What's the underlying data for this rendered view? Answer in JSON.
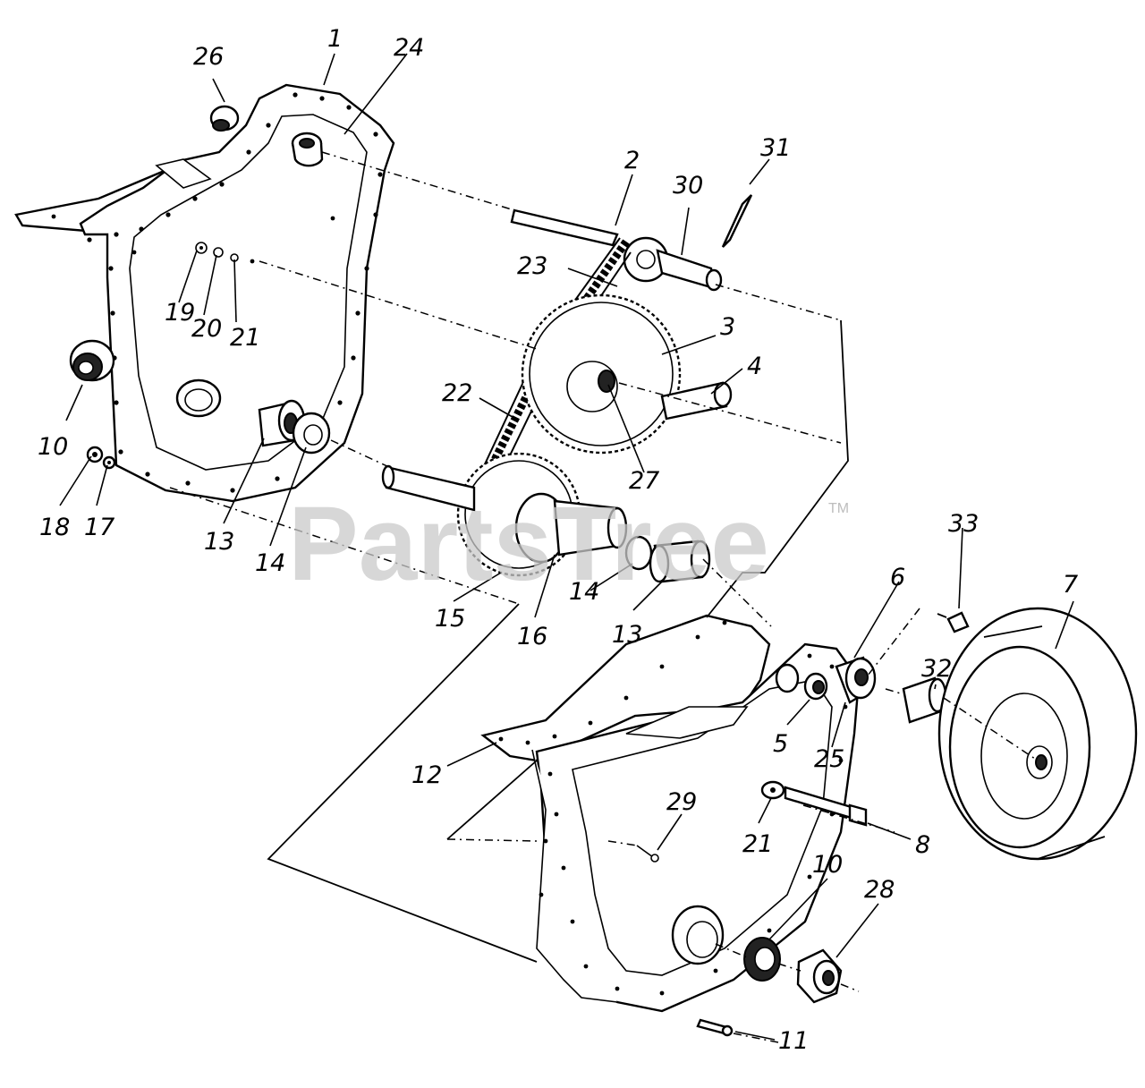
{
  "watermark": {
    "text": "PartsTree",
    "trademark": "TM"
  },
  "callouts": {
    "c1": "1",
    "c2": "2",
    "c3": "3",
    "c4": "4",
    "c5": "5",
    "c6": "6",
    "c7": "7",
    "c8": "8",
    "c10a": "10",
    "c10b": "10",
    "c11": "11",
    "c12": "12",
    "c13a": "13",
    "c13b": "13",
    "c14a": "14",
    "c14b": "14",
    "c15": "15",
    "c16": "16",
    "c17": "17",
    "c18": "18",
    "c19": "19",
    "c20": "20",
    "c21a": "21",
    "c21b": "21",
    "c22": "22",
    "c23": "23",
    "c24": "24",
    "c25": "25",
    "c26": "26",
    "c27": "27",
    "c28": "28",
    "c29": "29",
    "c30": "30",
    "c31": "31",
    "c32": "32",
    "c33": "33"
  },
  "icons": {
    "left-housing": "left-housing-icon",
    "right-housing": "right-housing-icon",
    "pulley": "pulley-icon",
    "chain": "chain-icon",
    "sprocket": "sprocket-icon"
  }
}
